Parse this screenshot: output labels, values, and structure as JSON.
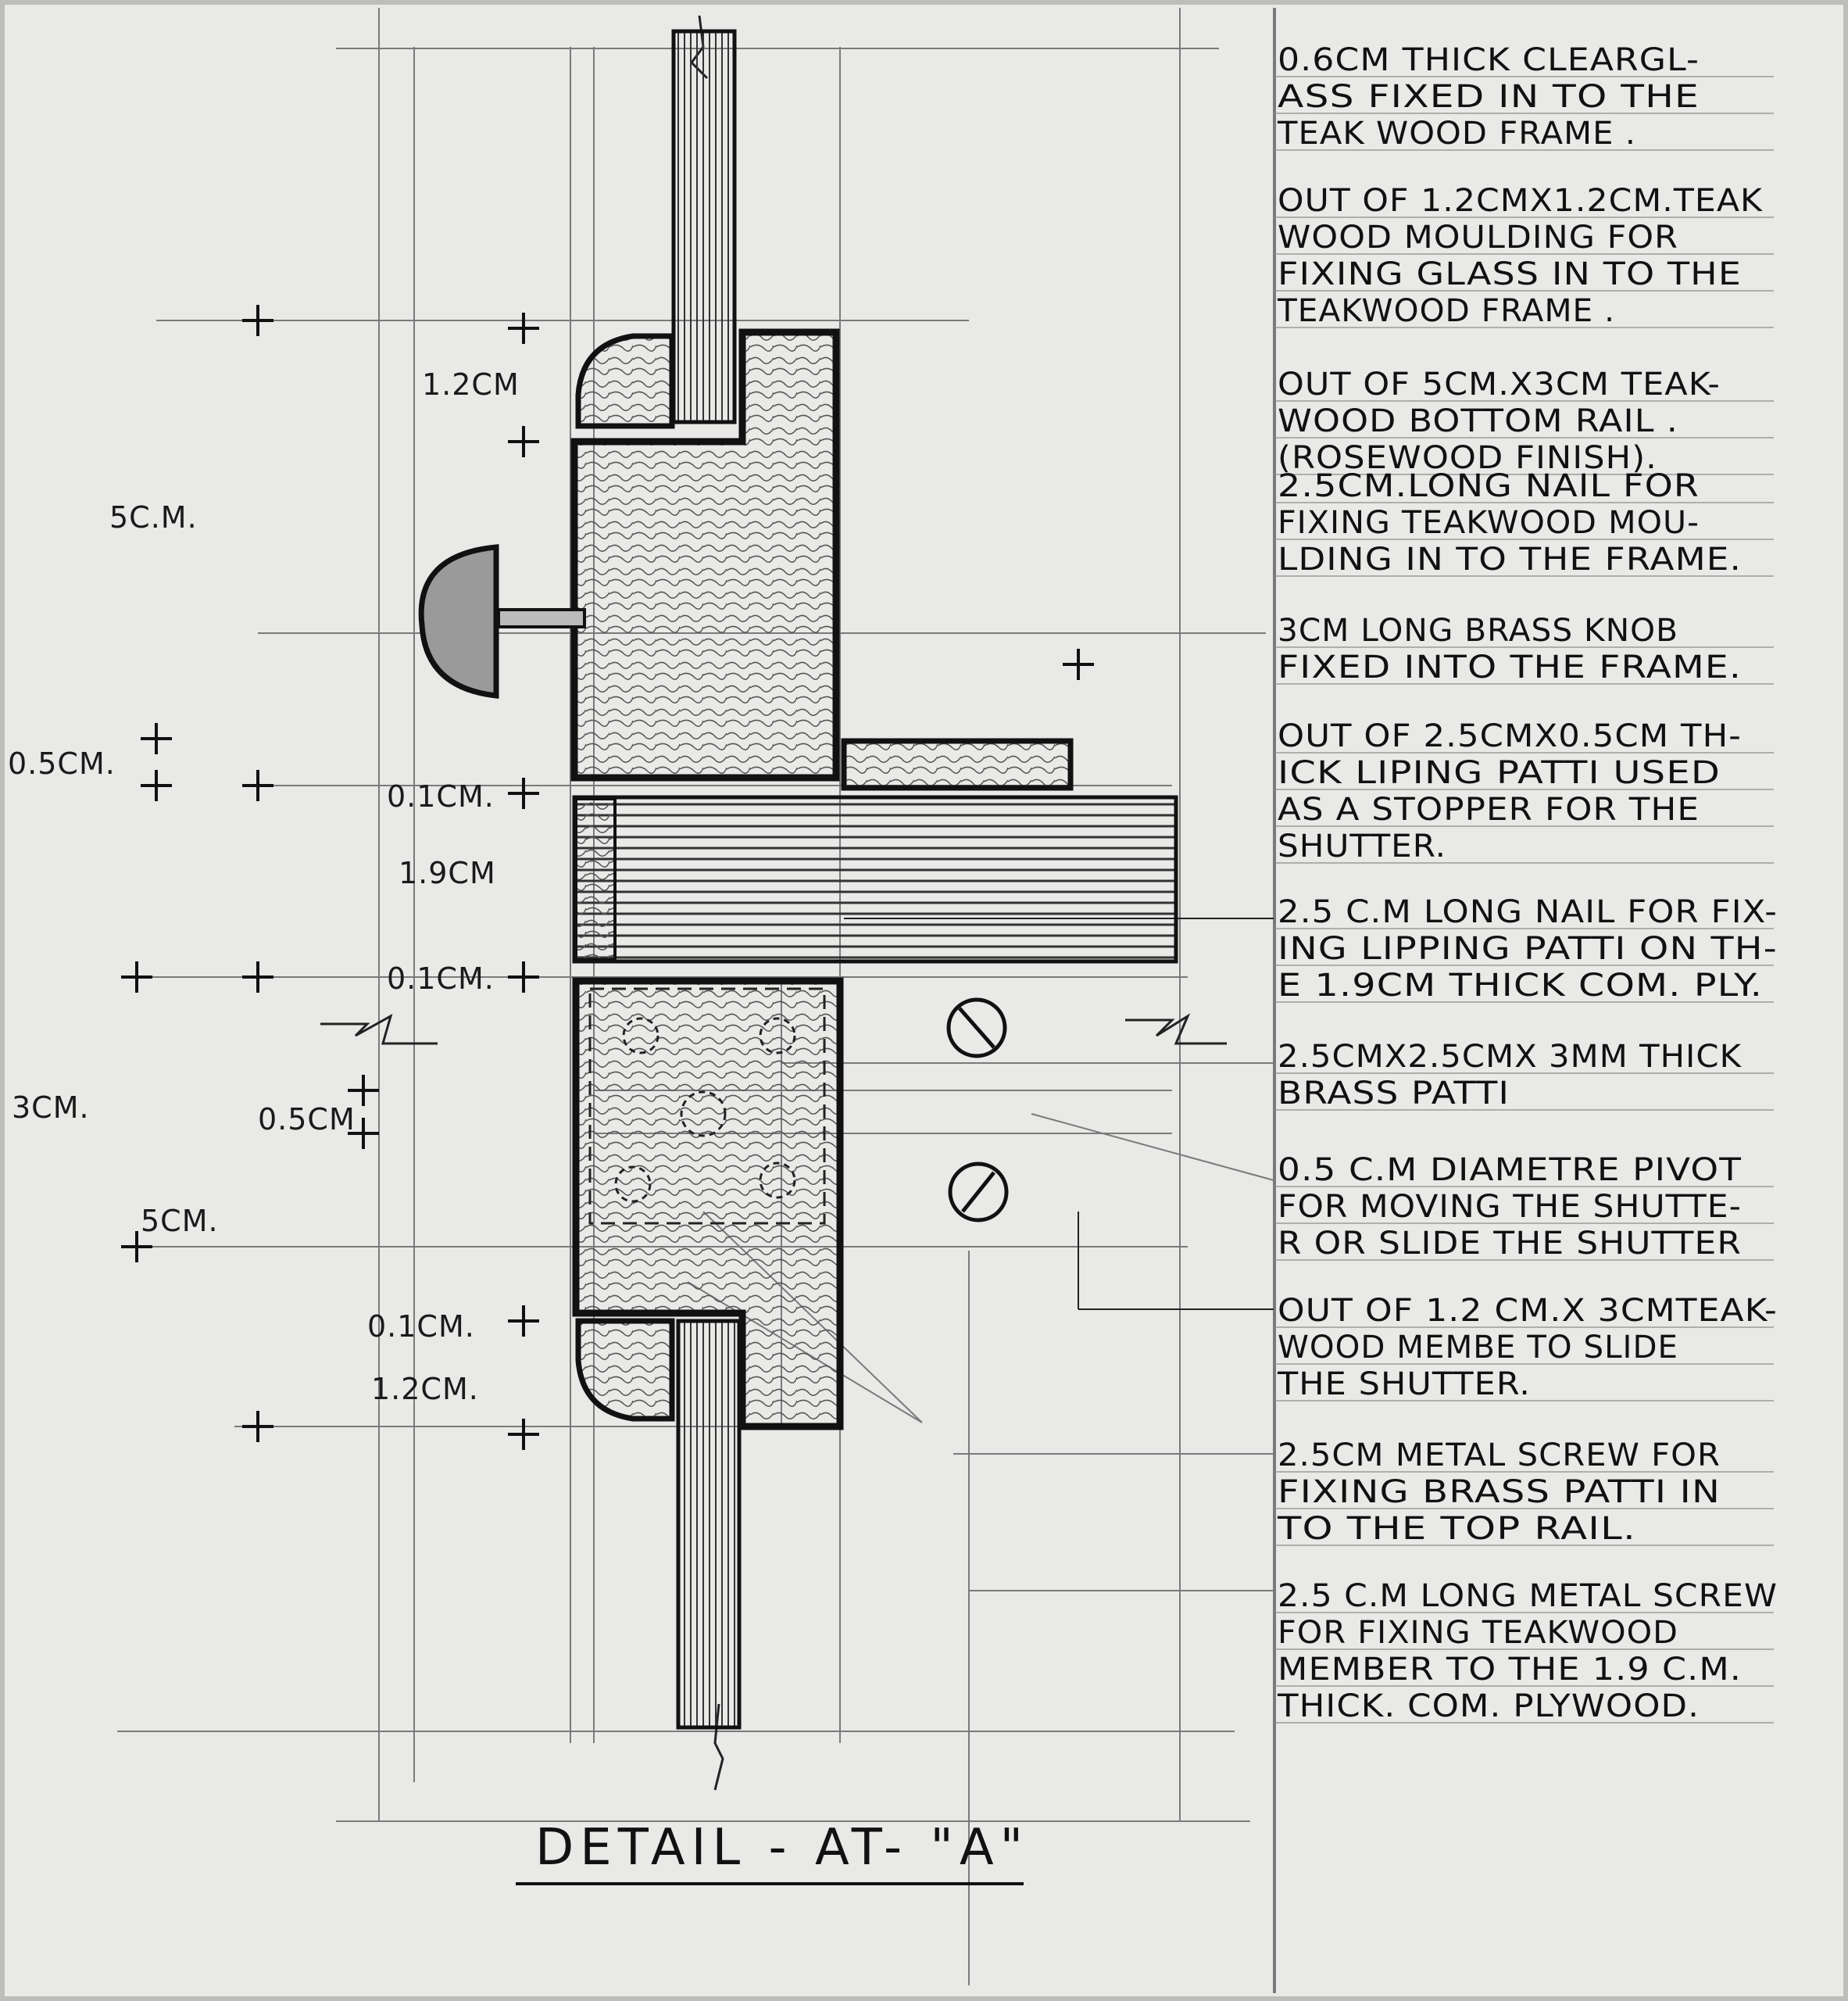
{
  "colors": {
    "paper": "#e9e9e7",
    "ink": "#111111",
    "pencil": "#7a7a7a",
    "frame": "#bdbdbb"
  },
  "title": "DETAIL - AT- \"A\"",
  "dimensions": {
    "top_moulding": "1.2CM",
    "bottom_rail": "5C.M.",
    "liping_gap": "0.5CM.",
    "gap_top": "0.1CM.",
    "ply": "1.9CM",
    "gap_bottom": "0.1CM.",
    "member_height": "3CM.",
    "patti_thick": "0.5CM",
    "member_width": "5CM.",
    "gap_lower": "0.1CM.",
    "bottom_moulding": "1.2CM."
  },
  "notes": [
    {
      "lines": [
        "0.6CM THICK CLEARGL-",
        "ASS FIXED IN TO  THE",
        "TEAK WOOD FRAME ."
      ]
    },
    {
      "lines": [
        "OUT OF 1.2CMX1.2CM.TEAK",
        "WOOD MOULDING   FOR",
        "FIXING GLASS IN TO THE",
        "TEAKWOOD FRAME ."
      ]
    },
    {
      "lines": [
        "OUT OF 5CM.X3CM TEAK-",
        "WOOD BOTTOM  RAIL .",
        "(ROSEWOOD FINISH)."
      ]
    },
    {
      "lines": [
        "2.5CM.LONG NAIL  FOR",
        "FIXING TEAKWOOD MOU-",
        "LDING IN TO THE FRAME."
      ]
    },
    {
      "lines": [
        "3CM LONG BRASS KNOB",
        "FIXED INTO THE  FRAME."
      ]
    },
    {
      "lines": [
        "OUT OF 2.5CMX0.5CM TH-",
        "ICK LIPING PATTI USED",
        "AS A STOPPER FOR THE",
        "SHUTTER."
      ]
    },
    {
      "lines": [
        "2.5 C.M LONG NAIL FOR FIX-",
        "ING LIPPING PATTI ON TH-",
        "E 1.9CM THICK COM. PLY."
      ]
    },
    {
      "lines": [
        "2.5CMX2.5CMX 3MM THICK",
        "BRASS PATTI"
      ]
    },
    {
      "lines": [
        "0.5 C.M DIAMETRE PIVOT",
        "FOR MOVING THE SHUTTE-",
        "R OR SLIDE THE SHUTTER"
      ]
    },
    {
      "lines": [
        "OUT OF 1.2 CM.X 3CMTEAK-",
        "WOOD MEMBE TO SLIDE",
        "THE SHUTTER."
      ]
    },
    {
      "lines": [
        "2.5CM METAL SCREW FOR",
        "FIXING BRASS PATTI IN",
        "TO THE  TOP RAIL."
      ]
    },
    {
      "lines": [
        "2.5 C.M LONG METAL SCREW",
        "FOR FIXING TEAKWOOD",
        "MEMBER TO THE 1.9 C.M.",
        "THICK. COM. PLYWOOD."
      ]
    }
  ]
}
